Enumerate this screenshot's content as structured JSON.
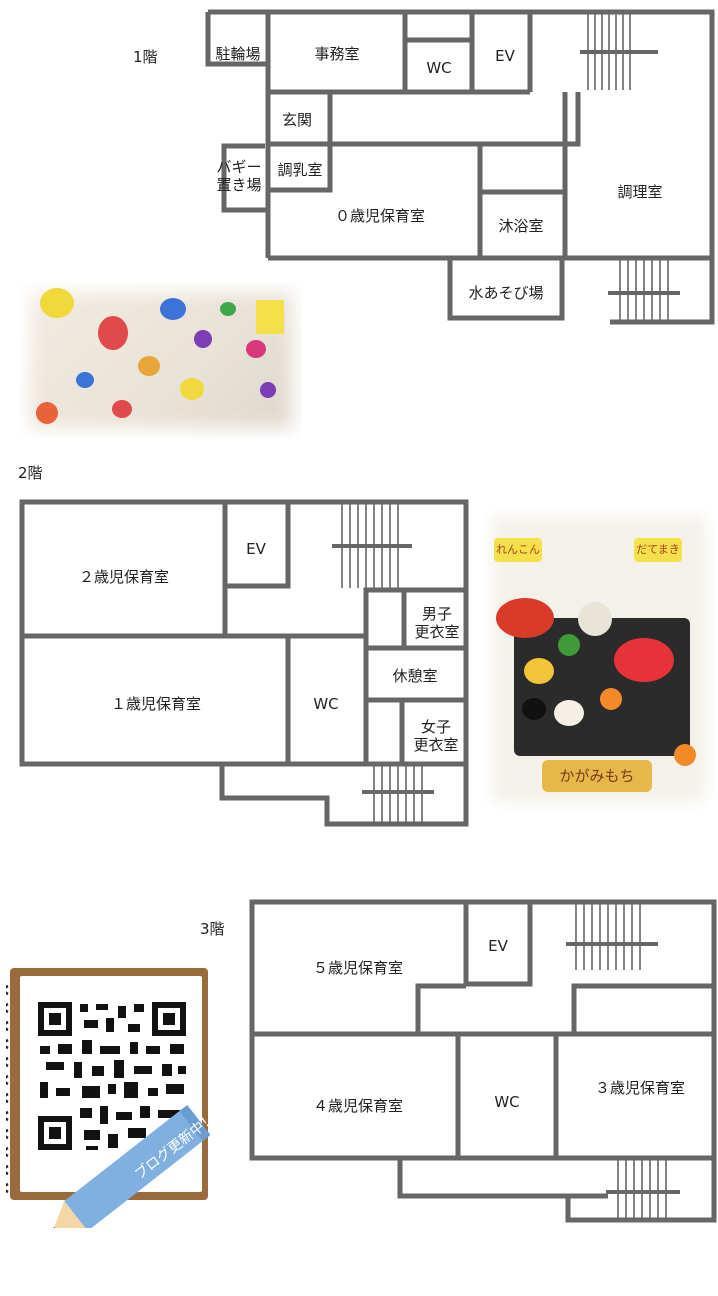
{
  "floors": {
    "f1": {
      "label": "1階",
      "rooms": {
        "bike": "駐輪場",
        "office": "事務室",
        "wc": "WC",
        "ev": "EV",
        "entrance": "玄関",
        "buggy_line1": "バギー",
        "buggy_line2": "置き場",
        "formula": "調乳室",
        "age0": "０歳児保育室",
        "bath": "沐浴室",
        "kitchen": "調理室",
        "waterplay": "水あそび場"
      }
    },
    "f2": {
      "label": "2階",
      "rooms": {
        "age2": "２歳児保育室",
        "ev": "EV",
        "boys_line1": "男子",
        "boys_line2": "更衣室",
        "rest": "休憩室",
        "age1": "１歳児保育室",
        "wc": "WC",
        "girls_line1": "女子",
        "girls_line2": "更衣室"
      }
    },
    "f3": {
      "label": "3階",
      "rooms": {
        "age5": "５歳児保育室",
        "ev": "EV",
        "age4": "４歳児保育室",
        "wc": "WC",
        "age3": "３歳児保育室"
      }
    }
  },
  "photo2": {
    "tag_left": "れんこん",
    "tag_right": "だてまき",
    "caption": "かがみもち"
  },
  "blog": {
    "banner": "ブログ更新中！"
  },
  "colors": {
    "wall": "#666666",
    "notebook": "#9a6a3c",
    "pencil": "#7fb0e0"
  }
}
